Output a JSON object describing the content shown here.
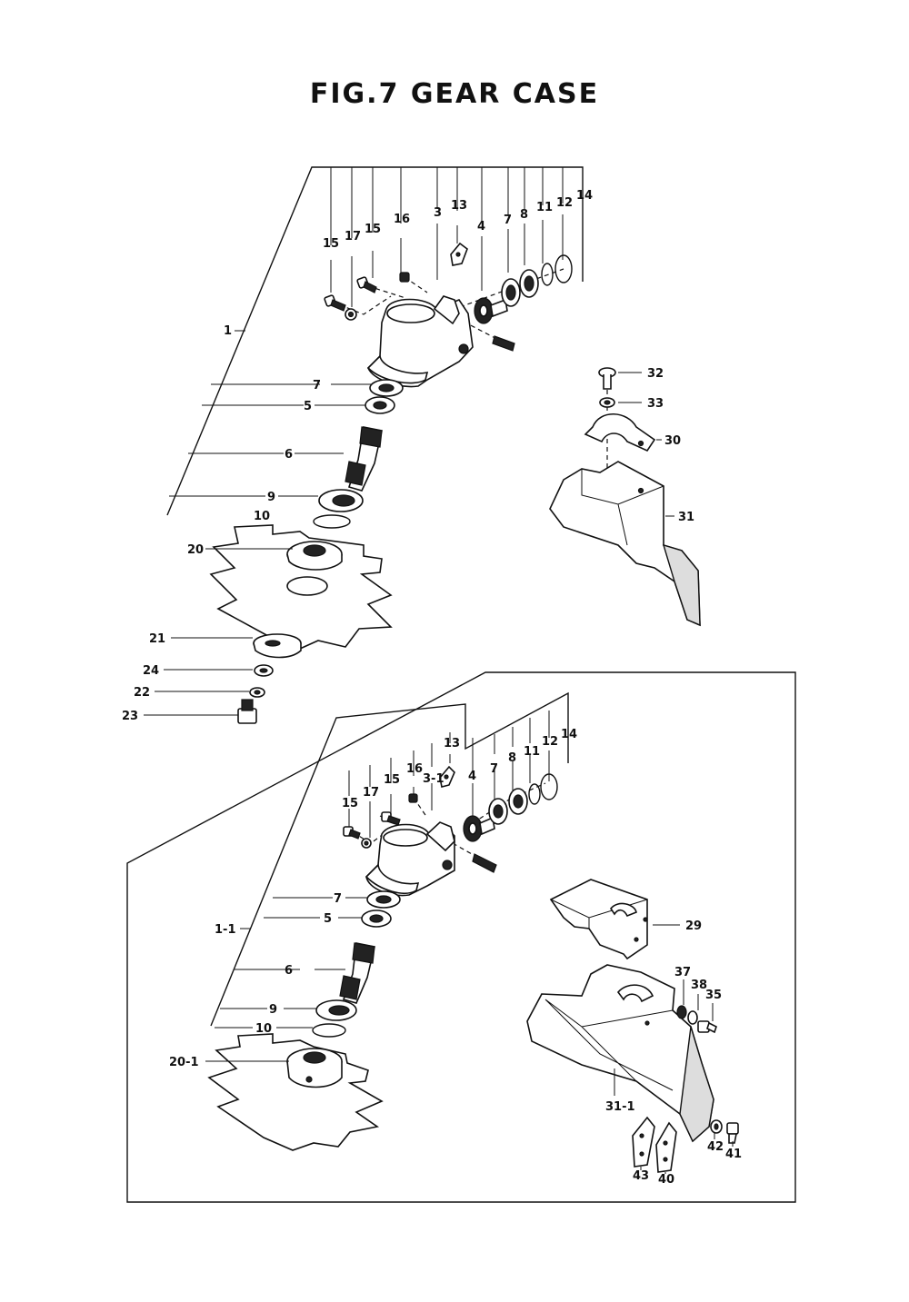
{
  "title": "FIG.7   GEAR CASE",
  "upper": {
    "labels": {
      "l15a": "15",
      "l17": "17",
      "l15b": "15",
      "l16": "16",
      "l3": "3",
      "l13": "13",
      "l4": "4",
      "l7a": "7",
      "l8": "8",
      "l11": "11",
      "l12": "12",
      "l14": "14",
      "l1": "1",
      "l7b": "7",
      "l5": "5",
      "l6": "6",
      "l9": "9",
      "l10": "10",
      "l20": "20",
      "l21": "21",
      "l24": "24",
      "l22": "22",
      "l23": "23",
      "l32": "32",
      "l33": "33",
      "l30": "30",
      "l31": "31"
    }
  },
  "lower": {
    "labels": {
      "l15a": "15",
      "l17": "17",
      "l15b": "15",
      "l16": "16",
      "l31": "3-1",
      "l13": "13",
      "l4": "4",
      "l7a": "7",
      "l8": "8",
      "l11": "11",
      "l12": "12",
      "l14": "14",
      "l11b": "1-1",
      "l7b": "7",
      "l5": "5",
      "l6": "6",
      "l9": "9",
      "l10": "10",
      "l201": "20-1",
      "l29": "29",
      "l37": "37",
      "l38": "38",
      "l35": "35",
      "l311": "31-1",
      "l42": "42",
      "l41": "41",
      "l43": "43",
      "l40": "40"
    }
  }
}
